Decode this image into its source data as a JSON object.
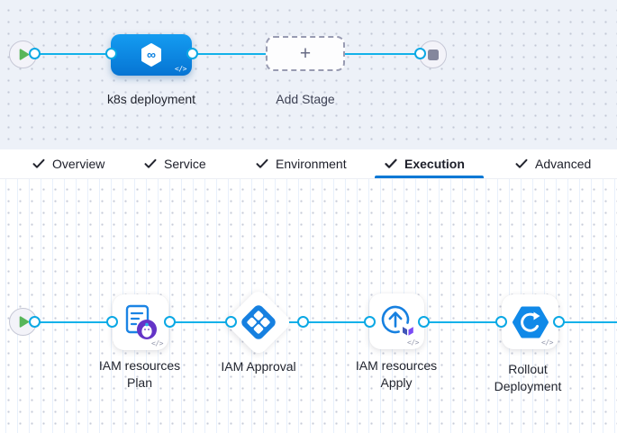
{
  "colors": {
    "edge": "#12b1e9",
    "accent": "#0278d5",
    "stage_blue": "#0a84e2",
    "play_green": "#58b65a",
    "stop_grey": "#84879d",
    "approval_blue": "#1680e0",
    "plan_badge_purple": "#6434c7",
    "rollout_blue": "#1089e8"
  },
  "stage_pipeline": {
    "start_icon": "play-icon",
    "end_icon": "stop-icon",
    "stage": {
      "label": "k8s deployment",
      "icon": "harness-stage-icon",
      "code_glyph": "</>"
    },
    "add_stage": {
      "label": "Add Stage",
      "plus_glyph": "+"
    }
  },
  "tabs": [
    {
      "label": "Overview",
      "active": false
    },
    {
      "label": "Service",
      "active": false
    },
    {
      "label": "Environment",
      "active": false
    },
    {
      "label": "Execution",
      "active": true
    },
    {
      "label": "Advanced",
      "active": false
    }
  ],
  "execution": {
    "start_icon": "play-icon",
    "code_glyph": "</>",
    "steps": [
      {
        "label": "IAM resources Plan",
        "icon": "terraform-plan-icon",
        "shape": "card"
      },
      {
        "label": "IAM Approval",
        "icon": "approval-icon",
        "shape": "diamond"
      },
      {
        "label": "IAM resources Apply",
        "icon": "terraform-apply-icon",
        "shape": "card"
      },
      {
        "label": "Rollout Deployment",
        "icon": "rollout-deployment-icon",
        "shape": "card"
      }
    ]
  }
}
